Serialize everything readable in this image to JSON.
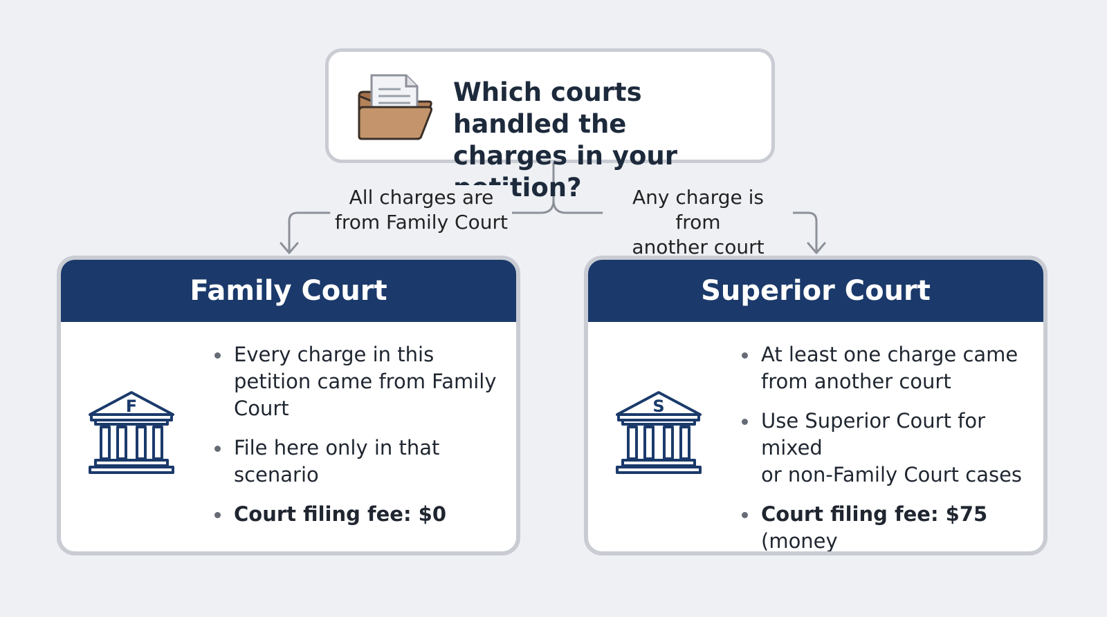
{
  "question": {
    "icon": "folder-document-icon",
    "title": "Which courts handled the\ncharges in your petition?"
  },
  "branches": {
    "left_label": "All charges are\nfrom Family Court",
    "right_label": "Any charge is from\nanother court"
  },
  "family_court": {
    "title": "Family Court",
    "icon": "courthouse-icon",
    "icon_letter": "F",
    "bullets": [
      "Every charge in this\npetition came from Family\nCourt",
      "File here only in that\nscenario"
    ],
    "fee_label": "Court filing fee: $0",
    "fee_note": ""
  },
  "superior_court": {
    "title": "Superior Court",
    "icon": "courthouse-icon",
    "icon_letter": "S",
    "bullets": [
      "At least one charge came\nfrom another court",
      "Use Superior Court for mixed\nor non-Family Court cases"
    ],
    "fee_label": "Court filing fee: $75",
    "fee_note": " (money\norder to ‘State of Delaware’)"
  },
  "colors": {
    "header": "#1b3a6b",
    "background": "#eef0f4",
    "border": "#c9ccd3",
    "connector": "#8c9098",
    "folder": "#c4956c"
  }
}
